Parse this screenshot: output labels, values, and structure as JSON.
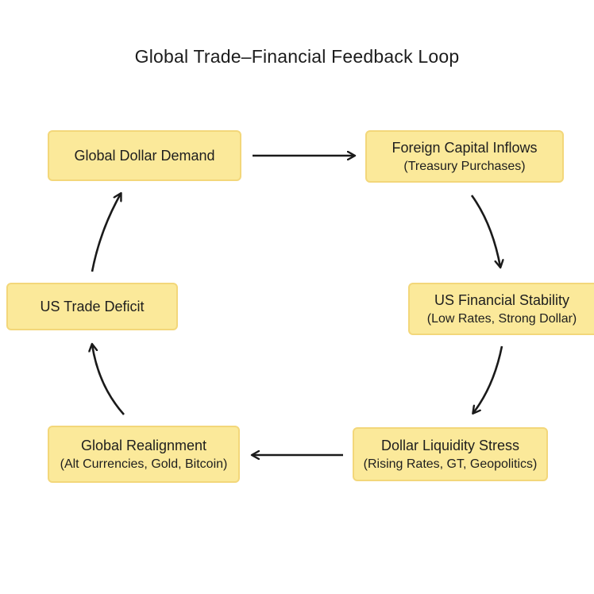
{
  "title": "Global Trade–Financial Feedback Loop",
  "nodes": {
    "demand": {
      "line1": "Global Dollar Demand"
    },
    "inflows": {
      "line1": "Foreign Capital Inflows",
      "line2": "(Treasury Purchases)"
    },
    "stability": {
      "line1": "US Financial Stability",
      "line2": "(Low Rates, Strong Dollar)"
    },
    "stress": {
      "line1": "Dollar Liquidity Stress",
      "line2": "(Rising Rates, GT, Geopolitics)"
    },
    "realign": {
      "line1": "Global Realignment",
      "line2": "(Alt Currencies, Gold, Bitcoin)"
    },
    "deficit": {
      "line1": "US Trade Deficit"
    }
  },
  "colors": {
    "box_fill": "#fbe99a",
    "box_border": "#f3d77a",
    "arrow": "#1a1a1a"
  }
}
